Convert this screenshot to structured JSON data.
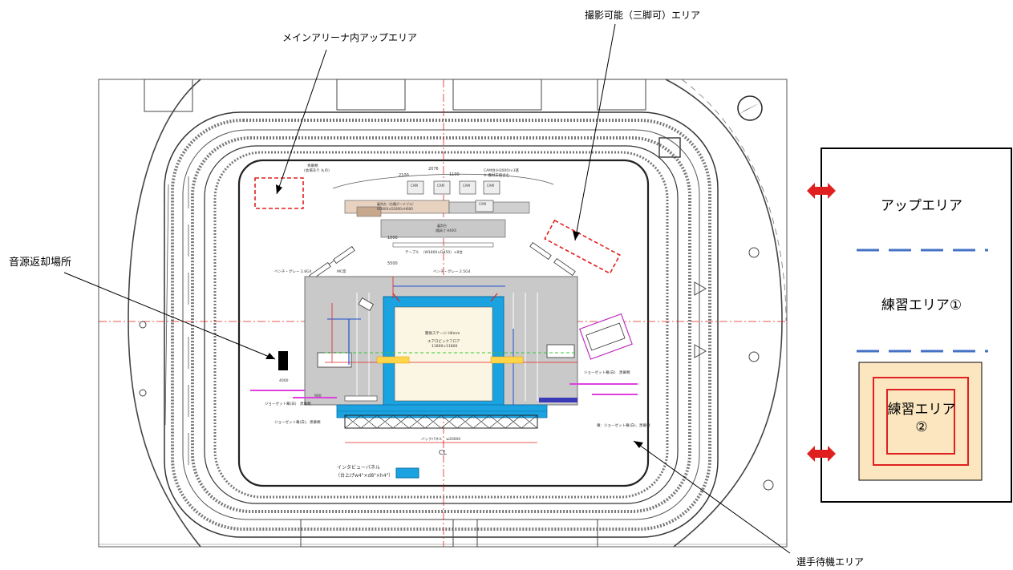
{
  "callouts": {
    "main_arena_up": "メインアリーナ内アップエリア",
    "photo_area": "撮影可能（三脚可）エリア",
    "sound_return": "音源返却場所",
    "athlete_wait": "選手待機エリア"
  },
  "side_panel": {
    "up_area": "アップエリア",
    "practice_1": "練習エリア①",
    "practice_2_line1": "練習エリア",
    "practice_2_line2": "②"
  },
  "plan": {
    "cl_mark": "CL",
    "interview_panel_line1": "インタビューパネル",
    "interview_panel_line2": "（台上げw4\"×d8\"×h4\"）",
    "floor_label": "エアロビックフロア",
    "floor_size": "11800×11800",
    "stage_label": "簡易ステージ H6mm",
    "table_label": "テーブル　（W1800×D450）×8台",
    "bench_left": "ベンチ・グレー 2.8G4",
    "bench_right": "ベンチ・グレー 2.5G4",
    "mc_label": "MC席",
    "cam_label": "CAM",
    "judge_label": "審判台（台籍ボーテブル）",
    "judge_sub": "W3000×D1800×H600",
    "score_label": "審判台",
    "score_sub": "（籍高寸 H400）",
    "dim_2076": "2076",
    "dim_1100": "1100",
    "dim_2100": "2100",
    "dim_5500": "5500",
    "dim_1000": "1000",
    "dim_4000": "4000",
    "dim_900": "900",
    "jury_ops": "CAM台(H3000)×3基",
    "jury_ops2": "※ 機材支援含む",
    "broadcast_top": "青幕類",
    "broadcast_top2": "(会場あり もの)",
    "partition_bottom": "バックパネル　w20000",
    "curtain_text": "ジョーゼット幕(白)　黒幕類",
    "curtain_text2": "幕：ジョーゼット幕(白)、黒幕類",
    "curtain_text3": "ジョーゼット幕(白)、黒幕類"
  },
  "colors": {
    "floor_blue": "#1aa3e0",
    "floor_inner": "#fbf6e3",
    "up_area_red": "#e02020",
    "divider_blue": "#4472c4",
    "practice2_fill": "#fbe6c0",
    "practice2_border": "#e02020",
    "arrow_red": "#e02020"
  }
}
